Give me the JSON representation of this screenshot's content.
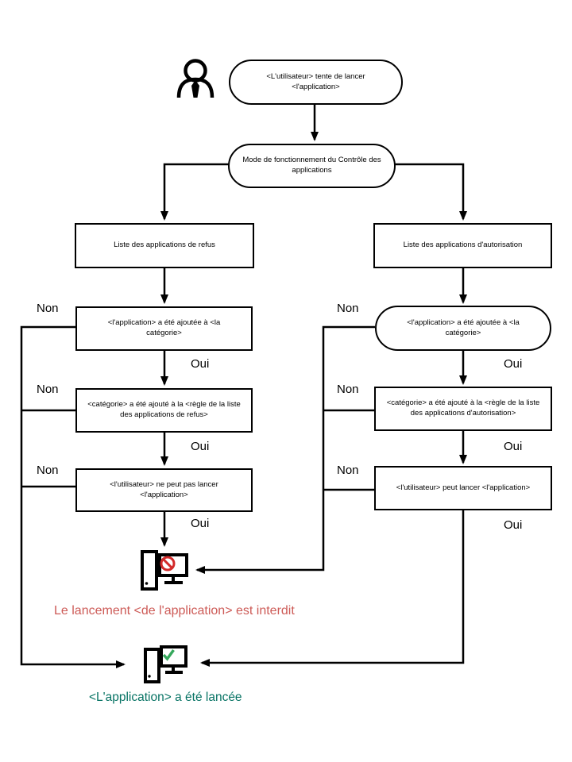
{
  "nodes": {
    "start": {
      "shape": "stadium",
      "text": "<L'utilisateur> tente de lancer <l'application>"
    },
    "mode": {
      "shape": "stadium",
      "text": "Mode de fonctionnement du Contrôle des applications"
    },
    "deny_list": {
      "shape": "rect",
      "text": "Liste des applications de refus"
    },
    "allow_list": {
      "shape": "rect",
      "text": "Liste des applications d'autorisation"
    },
    "deny_category": {
      "shape": "rect",
      "text": "<l'application> a été ajoutée à <la catégorie>"
    },
    "deny_rule": {
      "shape": "rect",
      "text": "<catégorie> a été ajouté à la <règle de la liste des applications de refus>"
    },
    "deny_outcome": {
      "shape": "rect",
      "text": "<l'utilisateur> ne peut pas lancer <l'application>"
    },
    "allow_category": {
      "shape": "stadium",
      "text": "<l'application> a été ajoutée à <la catégorie>"
    },
    "allow_rule": {
      "shape": "rect",
      "text": "<catégorie> a été ajouté à la <règle de la liste des applications d'autorisation>"
    },
    "allow_outcome": {
      "shape": "rect",
      "text": "<l'utilisateur> peut lancer <l'application>"
    }
  },
  "labels": {
    "non": "Non",
    "oui": "Oui"
  },
  "results": {
    "blocked": {
      "text": "Le lancement <de l'application> est interdit",
      "color": "#cd5b57"
    },
    "launched": {
      "text": "<L'application> a été lancée",
      "color": "#077364"
    }
  },
  "icons": {
    "user": "user-icon",
    "blocked_computer": "computer-blocked-icon",
    "launched_computer": "computer-launched-icon"
  },
  "colors": {
    "line": "#000000",
    "prohibition_sign": "#d32a2a",
    "check_mark": "#35a85c",
    "blocked_text": "#cd5b57",
    "launched_text": "#077364"
  }
}
